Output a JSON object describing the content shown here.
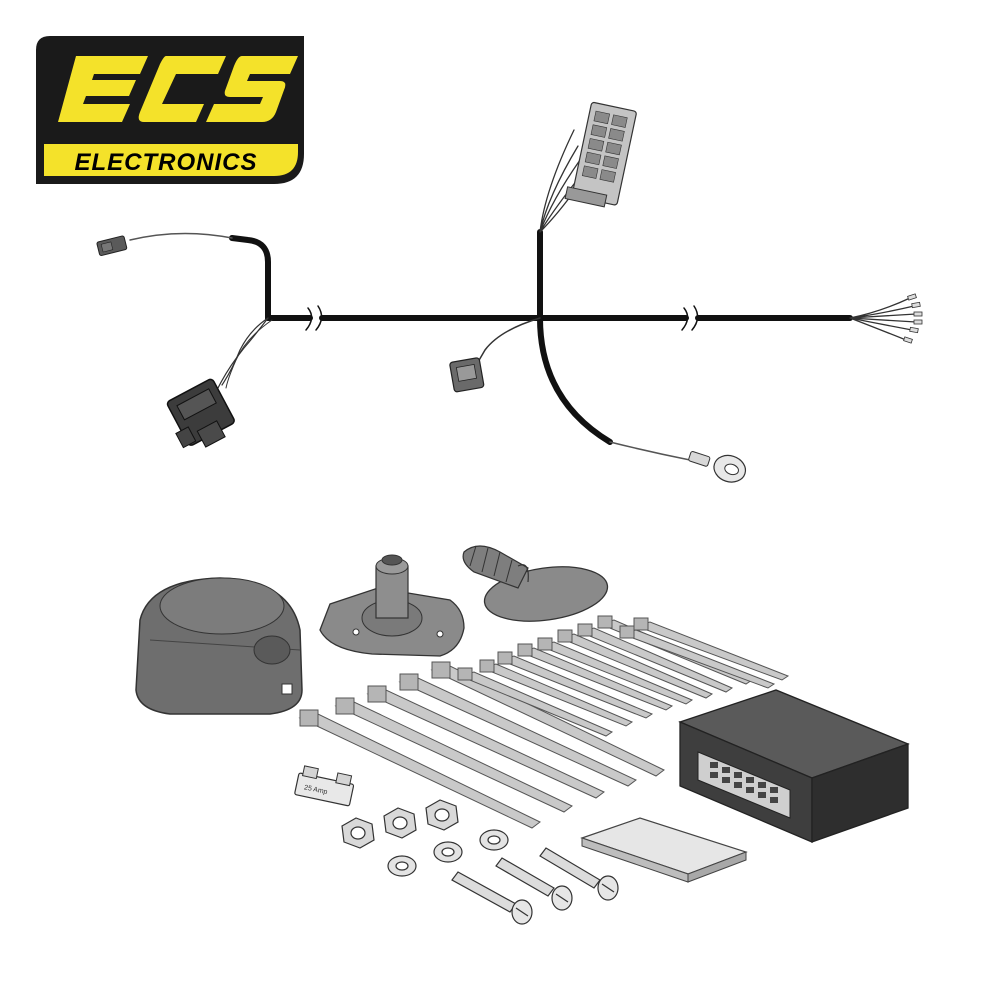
{
  "brand": {
    "name": "ECS",
    "subtitle": "ELECTRONICS",
    "colors": {
      "yellow": "#f4e22a",
      "black": "#1a1a1a"
    }
  },
  "parts": {
    "fuse_label": "25 Amp"
  },
  "palette": {
    "part_grey": "#8a8a8a",
    "part_dark": "#4a4a4a",
    "tie_grey": "#c8c8c8",
    "cable_black": "#111111"
  }
}
